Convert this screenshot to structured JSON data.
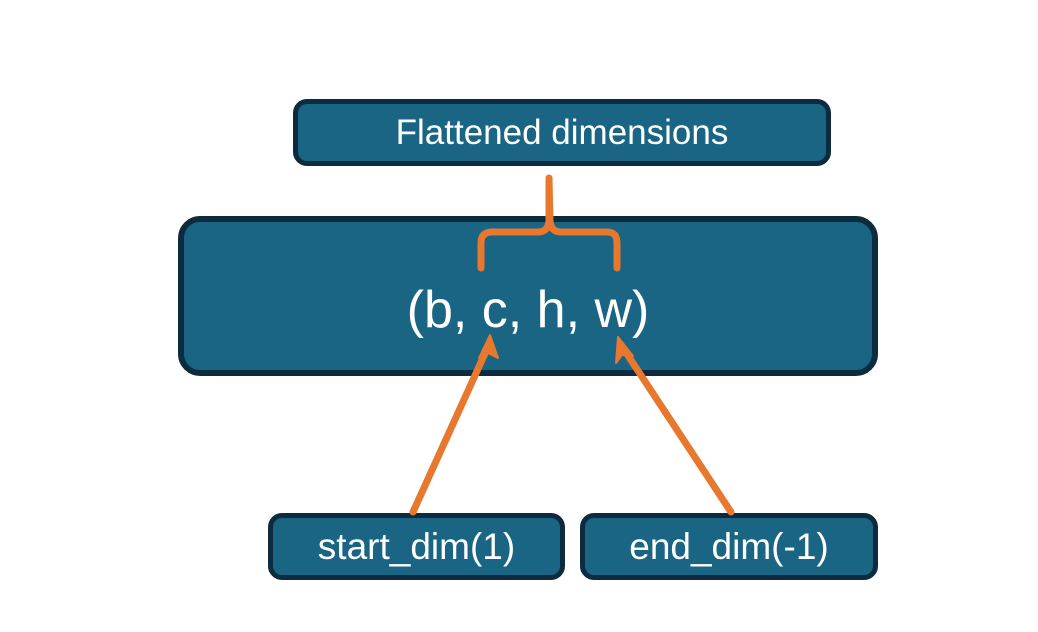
{
  "diagram": {
    "title": "Flatten dimensions diagram",
    "background_color": "#ffffff",
    "node_fill_color": "#1a6484",
    "node_border_color": "#0c2b3e",
    "node_text_color": "#ffffff",
    "connector_color": "#e8782e",
    "nodes": {
      "flattened": {
        "label": "Flattened dimensions"
      },
      "shape": {
        "label": "(b, c, h, w)"
      },
      "start_dim": {
        "label": "start_dim(1)"
      },
      "end_dim": {
        "label": "end_dim(-1)"
      }
    },
    "connectors": {
      "brace": {
        "name": "curly-brace-connector",
        "from": "shape",
        "to": "flattened",
        "covers": "c, h, w"
      },
      "start_dim_arrow": {
        "name": "start-dim-arrow",
        "from": "start_dim",
        "to": "shape"
      },
      "end_dim_arrow": {
        "name": "end-dim-arrow",
        "from": "end_dim",
        "to": "shape"
      }
    }
  }
}
